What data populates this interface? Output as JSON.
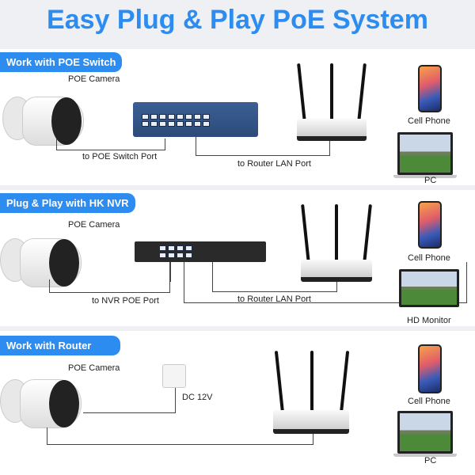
{
  "title": "Easy Plug & Play PoE System",
  "sections": [
    {
      "tab": "Work with POE Switch",
      "camera": "POE Camera",
      "link1": "to POE Switch Port",
      "link2": "to Router LAN Port",
      "device1": "Cell Phone",
      "device2": "PC"
    },
    {
      "tab": "Plug & Play with HK NVR",
      "camera": "POE Camera",
      "link1": "to NVR POE Port",
      "link2": "to Router LAN Port",
      "device1": "Cell Phone",
      "device2": "HD Monitor"
    },
    {
      "tab": "Work with Router",
      "camera": "POE Camera",
      "power": "DC 12V",
      "device1": "Cell Phone",
      "device2": "PC"
    }
  ],
  "colors": {
    "accent": "#2d8cf0"
  }
}
